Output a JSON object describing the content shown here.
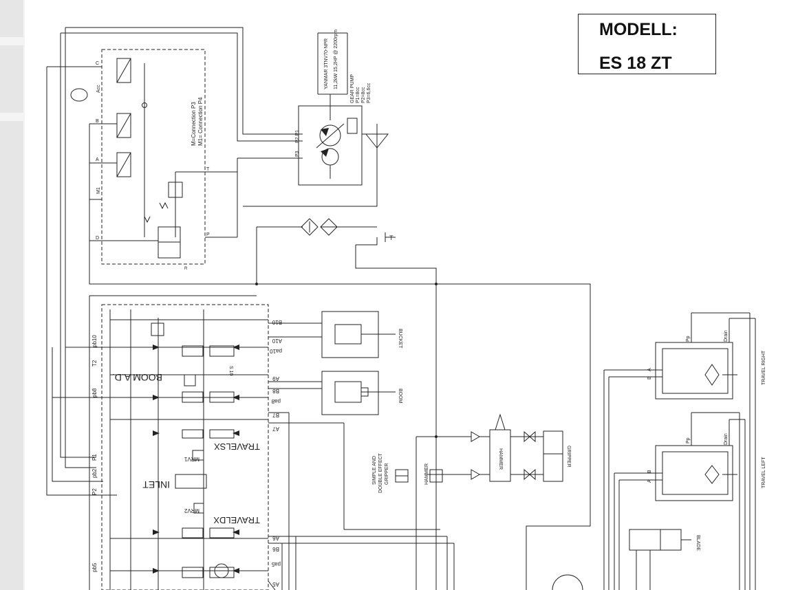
{
  "header": {
    "label": "MODELL:",
    "model": "ES 18 ZT"
  },
  "engine": {
    "label": "YANMAR 3TNV70-NPR",
    "spec": "11,2kW 15,2HP @ 2200rpm"
  },
  "pump": {
    "title": "GEAR PUMP",
    "p1": "P1=8cc",
    "p2": "P2=8cc",
    "p3": "P3=6,6cc",
    "port_p2p1": "P2 P1",
    "port_p3": "P3"
  },
  "pilot": {
    "conn1": "M=Connection P3",
    "conn2": "M1= Connection P4",
    "port_c": "C",
    "port_acc": "Acc",
    "port_b": "B",
    "port_a": "A",
    "port_m1": "M1",
    "port_d": "D",
    "port_t": "T",
    "port_p": "P",
    "port_r": "R"
  },
  "tank": {
    "label": "T"
  },
  "valve_block": {
    "labels": [
      "BOOM A.D.",
      "TRAVELSX",
      "INLET",
      "TRAVELDX"
    ],
    "mrv1": "MRV1",
    "mrv2": "MRV2",
    "left_ports": [
      "pb10",
      "T2",
      "pb8",
      "P1",
      "pb2",
      "P2",
      "pb5"
    ],
    "right_ports": [
      "B10",
      "A10",
      "pa10",
      "A9",
      "B8",
      "pa8",
      "B7",
      "A7",
      "A6",
      "B6",
      "pa5",
      "A5"
    ],
    "check": "S 10"
  },
  "actuators": {
    "bucket": "BUCKET",
    "boom": "BOOM",
    "hammer": "HAMMER",
    "gripper": "GRIPPER",
    "blade": "BLADE",
    "simple_line1": "SIMPLE AND",
    "simple_line2": "DOUBLE EFFECT",
    "simple_line3": "GRIPPER",
    "hammer_small": "HAMMER"
  },
  "travel": {
    "right": {
      "label": "TRAVEL RIGHT",
      "pp": "Pp",
      "drain": "Drain",
      "a": "A",
      "b": "B"
    },
    "left": {
      "label": "TRAVEL LEFT",
      "pp": "Pp",
      "drain": "Drain",
      "a": "A",
      "b": "B"
    }
  }
}
